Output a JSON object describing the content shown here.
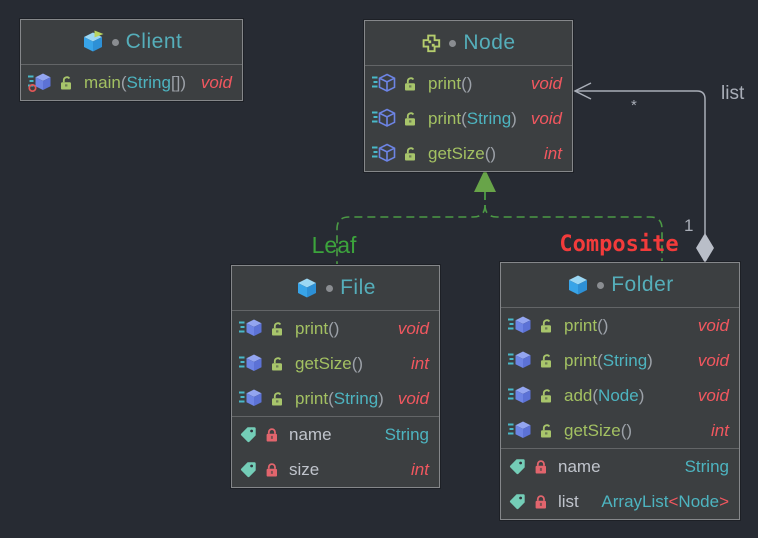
{
  "diagram": {
    "kind": "uml-class-diagram",
    "colors": {
      "background": "#272b33",
      "node_fill": "#3c3f41",
      "node_border": "#85878a",
      "class_title": "#55aeba",
      "method_name": "#a3c162",
      "field_name": "#c0c4cc",
      "type_teal": "#4db4c0",
      "return_red": "#f2575f",
      "association_gray": "#a9aeb8",
      "realization_green": "#4c9a45",
      "leaf_label_green": "#3ca43c",
      "composite_label_red": "#f23b3b"
    }
  },
  "classes": [
    {
      "id": "client",
      "title": "Client",
      "icon": "runnable-class-icon",
      "sections": [
        {
          "name": "methods",
          "rows": [
            {
              "icon": "method-icon",
              "entry": true,
              "lock": "public-open-lock-icon",
              "name": "main",
              "name_class": "method",
              "segments": [
                [
                  "(",
                  "punct"
                ],
                [
                  "String",
                  "type"
                ],
                [
                  "[]",
                  "punct"
                ],
                [
                  ")",
                  "punct"
                ]
              ],
              "type": [
                [
                  "void",
                  "ret"
                ]
              ]
            }
          ]
        }
      ]
    },
    {
      "id": "node",
      "title": "Node",
      "icon": "interface-icon",
      "sections": [
        {
          "name": "methods",
          "rows": [
            {
              "icon": "abstract-method-icon",
              "lock": "public-open-lock-icon",
              "name": "print",
              "name_class": "method",
              "segments": [
                [
                  "(",
                  "punct"
                ],
                [
                  ")",
                  "punct"
                ]
              ],
              "type": [
                [
                  "void",
                  "ret"
                ]
              ]
            },
            {
              "icon": "abstract-method-icon",
              "lock": "public-open-lock-icon",
              "name": "print",
              "name_class": "method",
              "segments": [
                [
                  "(",
                  "punct"
                ],
                [
                  "String",
                  "type"
                ],
                [
                  ")",
                  "punct"
                ]
              ],
              "type": [
                [
                  "void",
                  "ret"
                ]
              ]
            },
            {
              "icon": "abstract-method-icon",
              "lock": "public-open-lock-icon",
              "name": "getSize",
              "name_class": "method",
              "segments": [
                [
                  "(",
                  "punct"
                ],
                [
                  ")",
                  "punct"
                ]
              ],
              "type": [
                [
                  "int",
                  "ret"
                ]
              ]
            }
          ]
        }
      ]
    },
    {
      "id": "file",
      "title": "File",
      "icon": "class-icon",
      "sections": [
        {
          "name": "methods",
          "rows": [
            {
              "icon": "method-icon",
              "lock": "public-open-lock-icon",
              "name": "print",
              "name_class": "method",
              "segments": [
                [
                  "(",
                  "punct"
                ],
                [
                  ")",
                  "punct"
                ]
              ],
              "type": [
                [
                  "void",
                  "ret"
                ]
              ]
            },
            {
              "icon": "method-icon",
              "lock": "public-open-lock-icon",
              "name": "getSize",
              "name_class": "method",
              "segments": [
                [
                  "(",
                  "punct"
                ],
                [
                  ")",
                  "punct"
                ]
              ],
              "type": [
                [
                  "int",
                  "ret"
                ]
              ]
            },
            {
              "icon": "method-icon",
              "lock": "public-open-lock-icon",
              "name": "print",
              "name_class": "method",
              "segments": [
                [
                  "(",
                  "punct"
                ],
                [
                  "String",
                  "type"
                ],
                [
                  ")",
                  "punct"
                ]
              ],
              "type": [
                [
                  "void",
                  "ret"
                ]
              ]
            }
          ]
        },
        {
          "name": "fields",
          "rows": [
            {
              "icon": "field-icon",
              "lock": "private-closed-lock-icon",
              "name": "name",
              "name_class": "field",
              "segments": [],
              "type": [
                [
                  "String",
                  "type"
                ]
              ]
            },
            {
              "icon": "field-icon",
              "lock": "private-closed-lock-icon",
              "name": "size",
              "name_class": "field",
              "segments": [],
              "type": [
                [
                  "int",
                  "ret"
                ]
              ]
            }
          ]
        }
      ]
    },
    {
      "id": "folder",
      "title": "Folder",
      "icon": "class-icon",
      "sections": [
        {
          "name": "methods",
          "rows": [
            {
              "icon": "method-icon",
              "lock": "public-open-lock-icon",
              "name": "print",
              "name_class": "method",
              "segments": [
                [
                  "(",
                  "punct"
                ],
                [
                  ")",
                  "punct"
                ]
              ],
              "type": [
                [
                  "void",
                  "ret"
                ]
              ]
            },
            {
              "icon": "method-icon",
              "lock": "public-open-lock-icon",
              "name": "print",
              "name_class": "method",
              "segments": [
                [
                  "(",
                  "punct"
                ],
                [
                  "String",
                  "type"
                ],
                [
                  ")",
                  "punct"
                ]
              ],
              "type": [
                [
                  "void",
                  "ret"
                ]
              ]
            },
            {
              "icon": "method-icon",
              "lock": "public-open-lock-icon",
              "name": "add",
              "name_class": "method",
              "segments": [
                [
                  "(",
                  "punct"
                ],
                [
                  "Node",
                  "type"
                ],
                [
                  ")",
                  "punct"
                ]
              ],
              "type": [
                [
                  "void",
                  "ret"
                ]
              ]
            },
            {
              "icon": "method-icon",
              "lock": "public-open-lock-icon",
              "name": "getSize",
              "name_class": "method",
              "segments": [
                [
                  "(",
                  "punct"
                ],
                [
                  ")",
                  "punct"
                ]
              ],
              "type": [
                [
                  "int",
                  "ret"
                ]
              ]
            }
          ]
        },
        {
          "name": "fields",
          "rows": [
            {
              "icon": "field-icon",
              "lock": "private-closed-lock-icon",
              "name": "name",
              "name_class": "field",
              "segments": [],
              "type": [
                [
                  "String",
                  "type"
                ]
              ]
            },
            {
              "icon": "field-icon",
              "lock": "private-closed-lock-icon",
              "name": "list",
              "name_class": "field",
              "segments": [],
              "type": [
                [
                  "ArrayList",
                  "type"
                ],
                [
                  "<",
                  "retn"
                ],
                [
                  "Node",
                  "type"
                ],
                [
                  ">",
                  "retn"
                ]
              ]
            }
          ]
        }
      ]
    }
  ],
  "edges": {
    "aggregation": {
      "label": "list",
      "target_multiplicity": "*",
      "source_multiplicity": "1"
    },
    "realizations": [
      {
        "from": "File",
        "to": "Node",
        "label": "Leaf"
      },
      {
        "from": "Folder",
        "to": "Node",
        "label": "Composite"
      }
    ]
  }
}
